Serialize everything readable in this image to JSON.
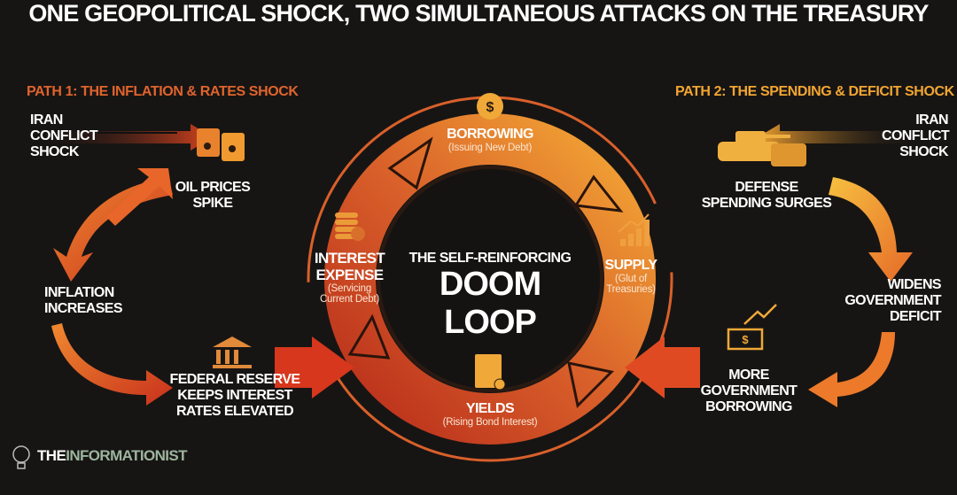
{
  "title": "ONE GEOPOLITICAL SHOCK, TWO SIMULTANEOUS ATTACKS ON THE TREASURY",
  "left_path": {
    "label": "PATH 1: THE INFLATION & RATES SHOCK",
    "color": "#e0642c",
    "steps": [
      "IRAN CONFLICT SHOCK",
      "OIL PRICES SPIKE",
      "INFLATION INCREASES",
      "FEDERAL RESERVE KEEPS INTEREST RATES ELEVATED"
    ]
  },
  "right_path": {
    "label": "PATH 2: THE SPENDING & DEFICIT SHOCK",
    "color": "#f2a631",
    "steps": [
      "IRAN CONFLICT SHOCK",
      "DEFENSE SPENDING SURGES",
      "WIDENS GOVERNMENT DEFICIT",
      "MORE GOVERNMENT BORROWING"
    ]
  },
  "loop": {
    "center_top": "THE SELF-REINFORCING",
    "center_main": "DOOM LOOP",
    "nodes": [
      {
        "title": "BORROWING",
        "subtitle": "(Issuing New Debt)"
      },
      {
        "title": "SUPPLY",
        "subtitle": "(Glut of Treasuries)"
      },
      {
        "title": "YIELDS",
        "subtitle": "(Rising Bond Interest)"
      },
      {
        "title": "INTEREST EXPENSE",
        "subtitle": "(Servicing Current Debt)"
      }
    ]
  },
  "brand": {
    "part1": "THE",
    "part2": "INFORMATIONIST"
  }
}
